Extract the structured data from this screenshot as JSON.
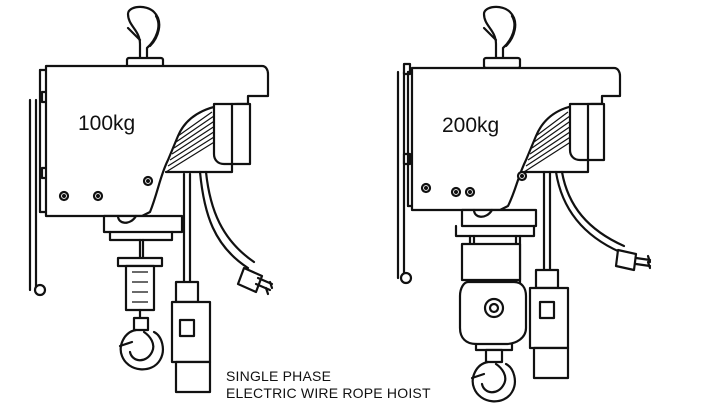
{
  "hoists": [
    {
      "capacity_label": "100kg"
    },
    {
      "capacity_label": "200kg"
    }
  ],
  "caption": {
    "line1": "SINGLE PHASE",
    "line2": "ELECTRIC WIRE ROPE HOIST"
  },
  "colors": {
    "line": "#111111",
    "background": "#ffffff"
  }
}
